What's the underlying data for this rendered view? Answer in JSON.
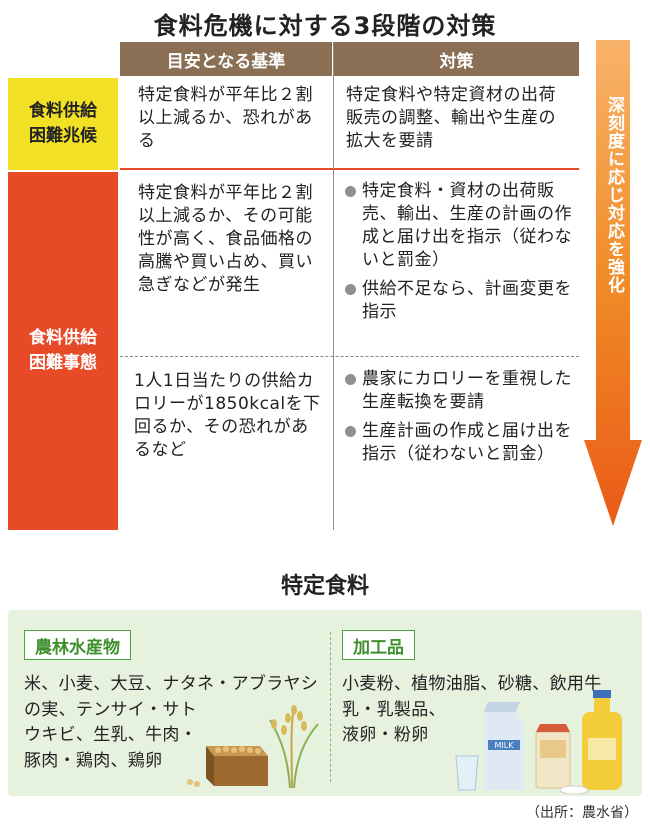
{
  "title": "食料危機に対する3段階の対策",
  "table": {
    "headers": [
      "目安となる基準",
      "対策"
    ],
    "stages": [
      {
        "label_lines": [
          "食料供給",
          "困難兆候"
        ],
        "criteria": "特定食料が平年比２割以上減るか、恐れがある",
        "measures": "特定食料や特定資材の出荷販売の調整、輸出や生産の拡大を要請"
      },
      {
        "label_lines": [
          "食料供給",
          "困難事態"
        ],
        "rows": [
          {
            "criteria": "特定食料が平年比２割以上減るか、その可能性が高く、食品価格の高騰や買い占め、買い急ぎなどが発生",
            "measures": [
              "特定食料・資材の出荷販売、輸出、生産の計画の作成と届け出を指示（従わないと罰金）",
              "供給不足なら、計画変更を指示"
            ]
          },
          {
            "criteria": "1人1日当たりの供給カロリーが1850kcalを下回るか、その恐れがあるなど",
            "measures": [
              "農家にカロリーを重視した生産転換を要請",
              "生産計画の作成と届け出を指示（従わないと罰金）"
            ]
          }
        ]
      }
    ],
    "arrow_label": "深刻度に応じ対応を強化"
  },
  "specified_food": {
    "title": "特定食料",
    "categories": [
      {
        "label": "農林水産物",
        "items": [
          "米、小麦、大豆、ナタネ・アブラヤシ",
          "の実、テンサイ・サト",
          "ウキビ、生乳、牛肉・",
          "豚肉・鶏肉、鶏卵"
        ]
      },
      {
        "label": "加工品",
        "items": [
          "小麦粉、植物油脂、砂糖、飲用牛",
          "乳・乳製品、",
          "液卵・粉卵"
        ]
      }
    ],
    "milk_carton_text": "MILK"
  },
  "source": "（出所：農水省）",
  "colors": {
    "header_brown": "#8a6f55",
    "stage1_yellow": "#f1e024",
    "stage2_red": "#e74a27",
    "arrow_orange": "#f07f1e",
    "food_bg_green": "#e6f1de",
    "tag_green": "#4ca33c"
  }
}
